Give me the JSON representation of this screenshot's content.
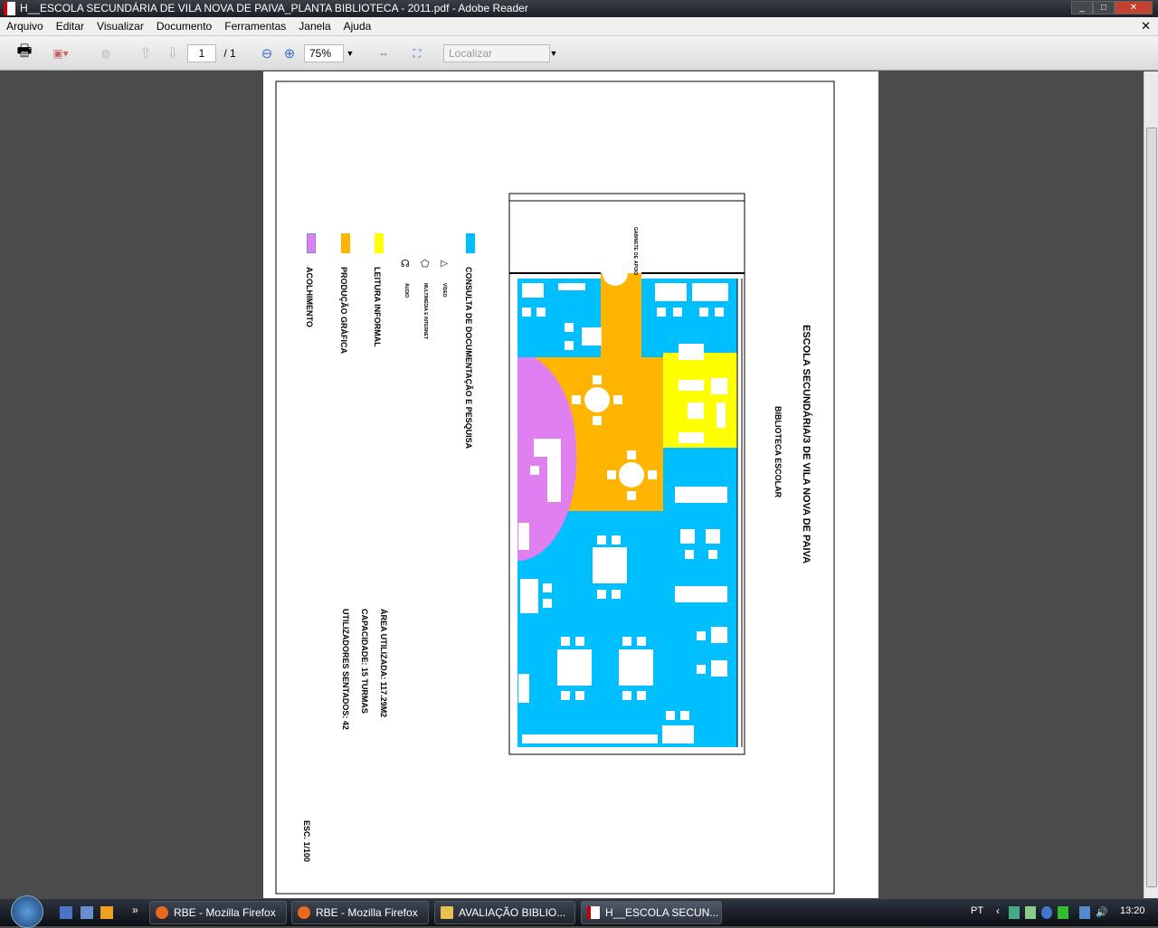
{
  "window": {
    "title": "H__ESCOLA SECUNDÁRIA DE VILA NOVA DE PAIVA_PLANTA BIBLIOTECA - 2011.pdf - Adobe Reader"
  },
  "menu": [
    "Arquivo",
    "Editar",
    "Visualizar",
    "Documento",
    "Ferramentas",
    "Janela",
    "Ajuda"
  ],
  "toolbar": {
    "page_current": "1",
    "page_total": "/ 1",
    "zoom": "75%",
    "search_placeholder": "Localizar"
  },
  "document": {
    "title": "ESCOLA SECUNDÁRIA/3 DE VILA NOVA DE PAIVA",
    "subtitle": "BIBLIOTECA ESCOLAR",
    "room_label": [
      "GABINETE",
      "DE",
      "APOIO"
    ],
    "legend": [
      {
        "label": "CONSULTA DE DOCUMENTAÇÃO E PESQUISA",
        "color": "#00bfff"
      },
      {
        "label": "VÍDEO",
        "icon": "triangle"
      },
      {
        "label": "MULTIMÉDIA E INTERNET",
        "icon": "pentagon"
      },
      {
        "label": "ÁUDIO",
        "icon": "headphones"
      },
      {
        "label": "LEITURA INFORMAL",
        "color": "#ffff00"
      },
      {
        "label": "PRODUÇÃO GRÁFICA",
        "color": "#ffb400"
      },
      {
        "label": "ACOLHIMENTO",
        "color": "#e07ff0"
      }
    ],
    "stats": [
      "ÁREA UTILIZADA: 117.29M2",
      "CAPACIDADE: 15 TURMAS",
      "UTILIZADORES SENTADOS: 42"
    ],
    "scale": "ESC. 1/100"
  },
  "taskbar": {
    "tasks": [
      "RBE - Mozilla Firefox",
      "RBE - Mozilla Firefox",
      "AVALIAÇÃO BIBLIO...",
      "H__ESCOLA SECUN..."
    ],
    "lang": "PT",
    "clock": "13:20"
  }
}
